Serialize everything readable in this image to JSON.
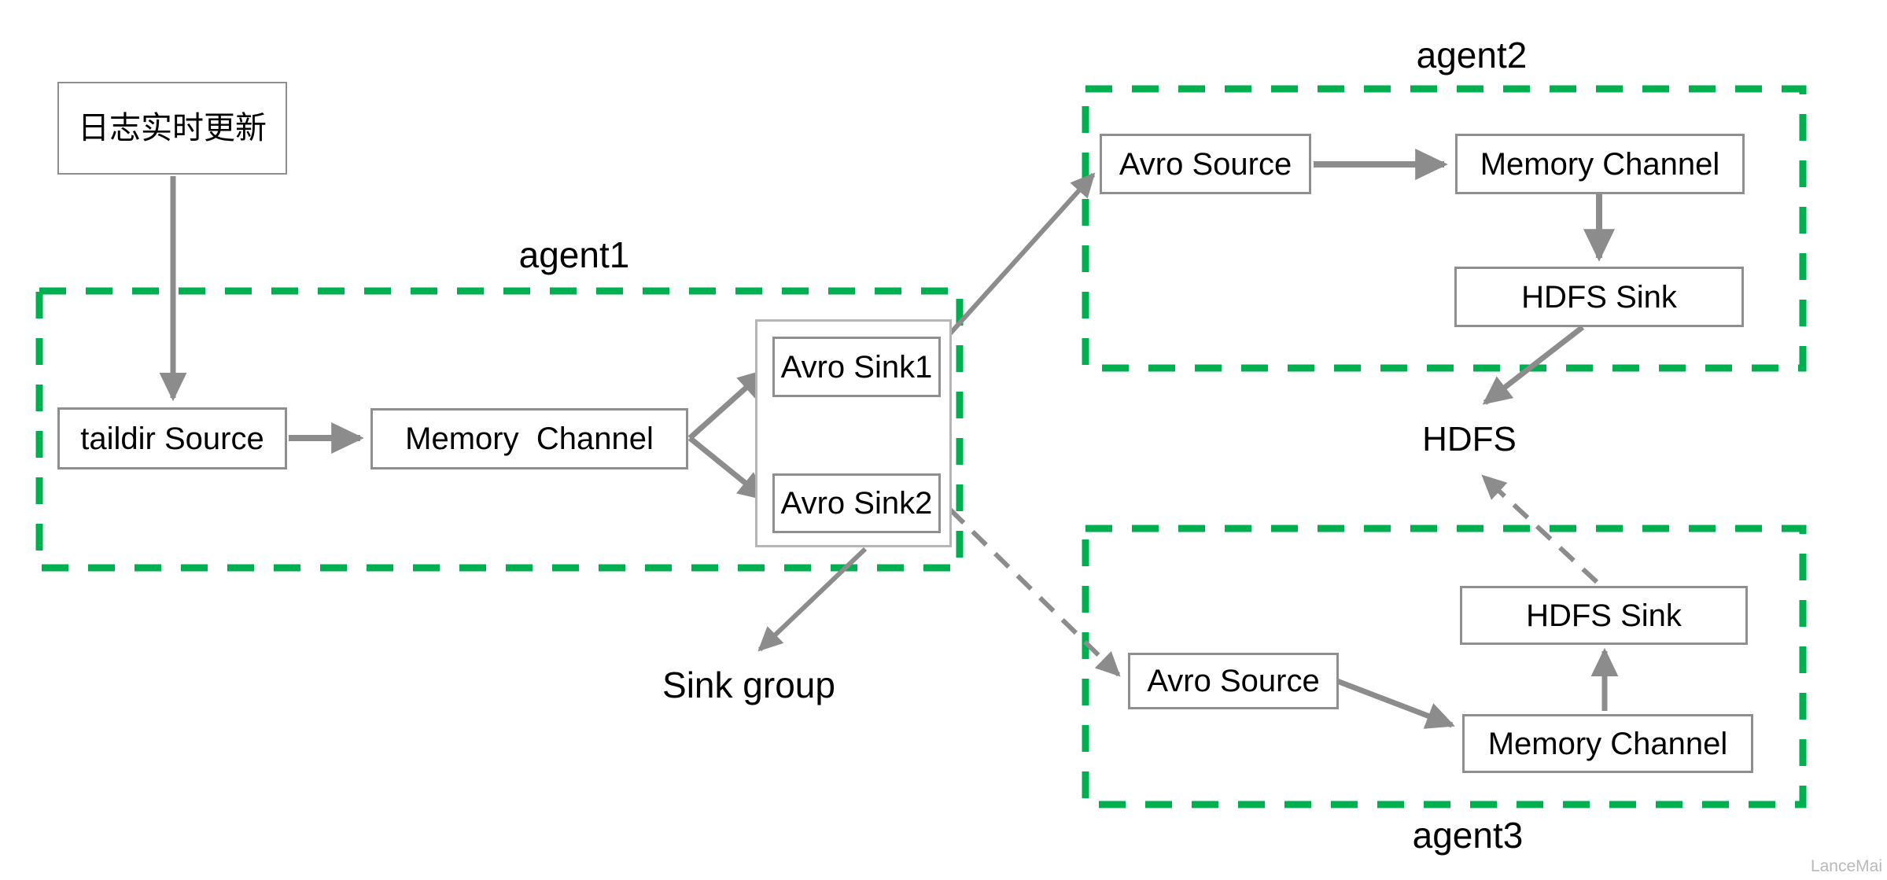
{
  "labels": {
    "log_source": "日志实时更新",
    "sink_group": "Sink group",
    "hdfs": "HDFS",
    "watermark": "LanceMai"
  },
  "agent1": {
    "label": "agent1",
    "taildir_source": "taildir Source",
    "memory_channel": "Memory  Channel",
    "avro_sink1": "Avro Sink1",
    "avro_sink2": "Avro Sink2"
  },
  "agent2": {
    "label": "agent2",
    "avro_source": "Avro Source",
    "memory_channel": "Memory Channel",
    "hdfs_sink": "HDFS Sink"
  },
  "agent3": {
    "label": "agent3",
    "avro_source": "Avro Source",
    "memory_channel": "Memory Channel",
    "hdfs_sink": "HDFS Sink"
  },
  "colors": {
    "agent_boundary_green": "#00b050",
    "connector_gray": "#8c8c8c",
    "node_border_gray": "#8f8f8f",
    "sink_group_border_gray": "#b5b5b5",
    "text_black": "#000000",
    "watermark_gray": "#b9b9b9"
  }
}
